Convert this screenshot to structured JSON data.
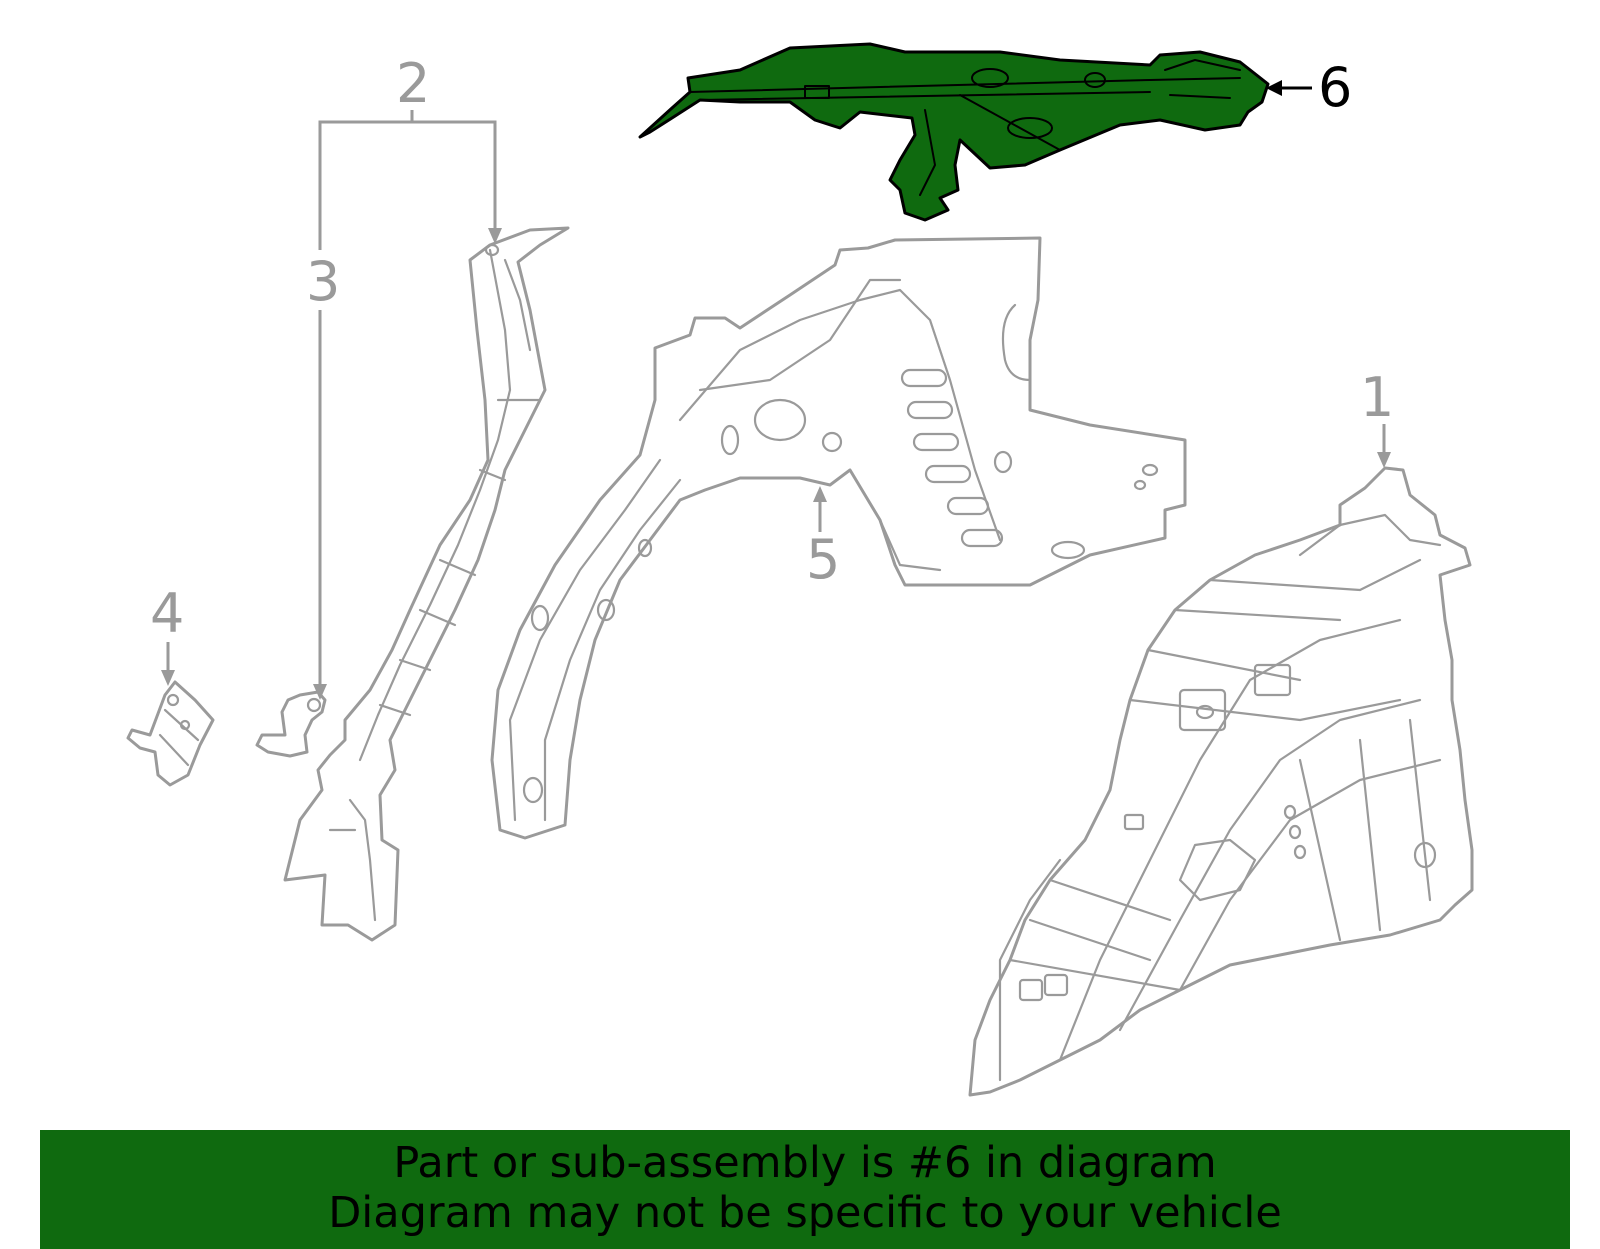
{
  "diagram": {
    "highlighted_part": "6",
    "callouts": [
      "1",
      "2",
      "3",
      "4",
      "5",
      "6"
    ]
  },
  "colors": {
    "highlight": "#0f6a0f",
    "outline": "#9a9a9a",
    "banner": "#0f6a0f"
  },
  "banner": {
    "line1": "Part or sub-assembly is #6 in diagram",
    "line2": "Diagram may not be specific to your vehicle"
  }
}
